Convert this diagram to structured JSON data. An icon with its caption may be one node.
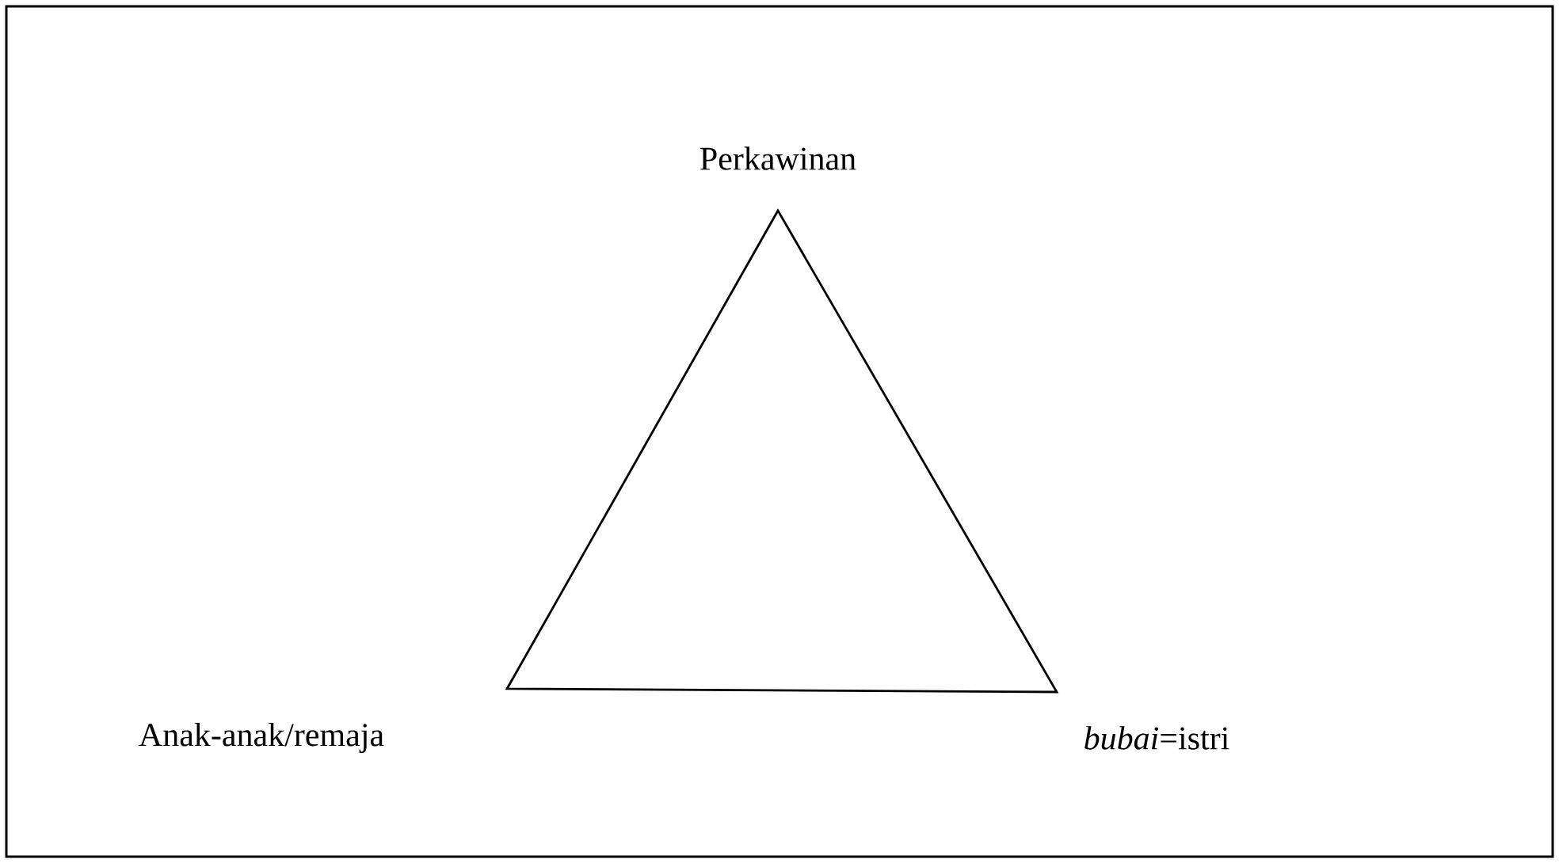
{
  "diagram": {
    "nodes": [
      {
        "text": [],
        "shape": "triangle"
      }
    ],
    "labels": [
      "Perkawinan",
      "Anak-anak/remaja",
      "*bubai*=istri"
    ]
  }
}
